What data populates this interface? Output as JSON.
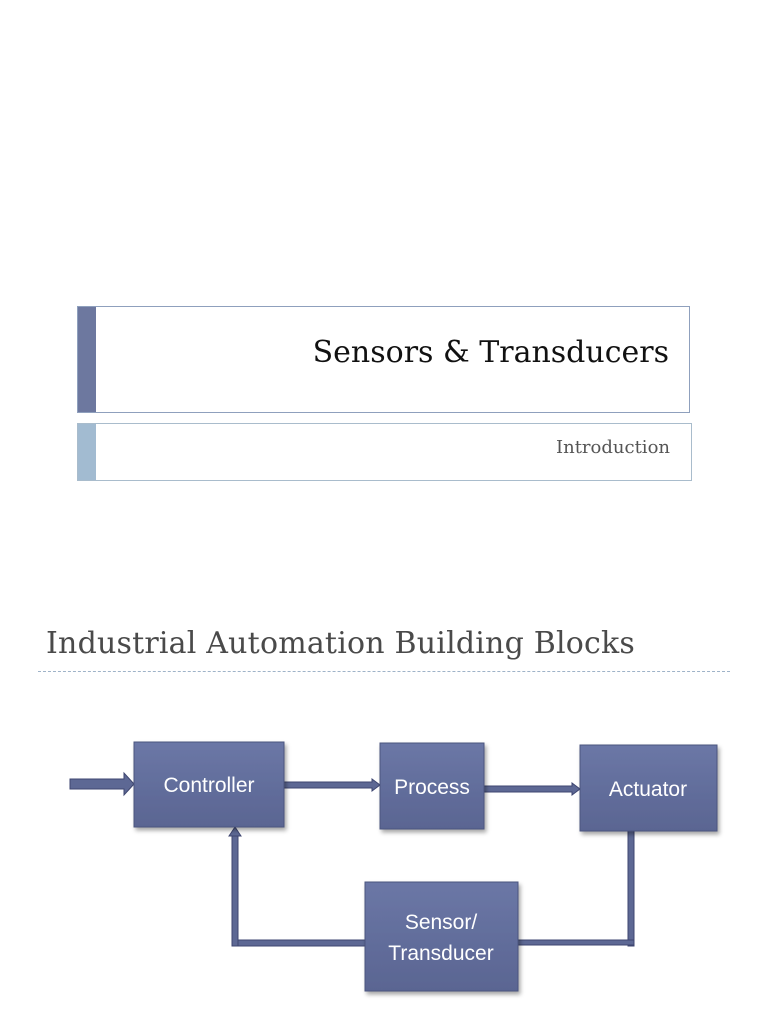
{
  "slide1": {
    "title": "Sensors & Transducers",
    "subtitle": "Introduction"
  },
  "slide2": {
    "title": "Industrial Automation Building Blocks",
    "diagram": {
      "blocks": {
        "controller": "Controller",
        "process": "Process",
        "actuator": "Actuator",
        "sensor_line1": "Sensor/",
        "sensor_line2": "Transducer"
      },
      "colors": {
        "block_fill": "#5f6b98",
        "block_fill_light": "#6b77a6",
        "connector": "#5d6894"
      }
    }
  }
}
